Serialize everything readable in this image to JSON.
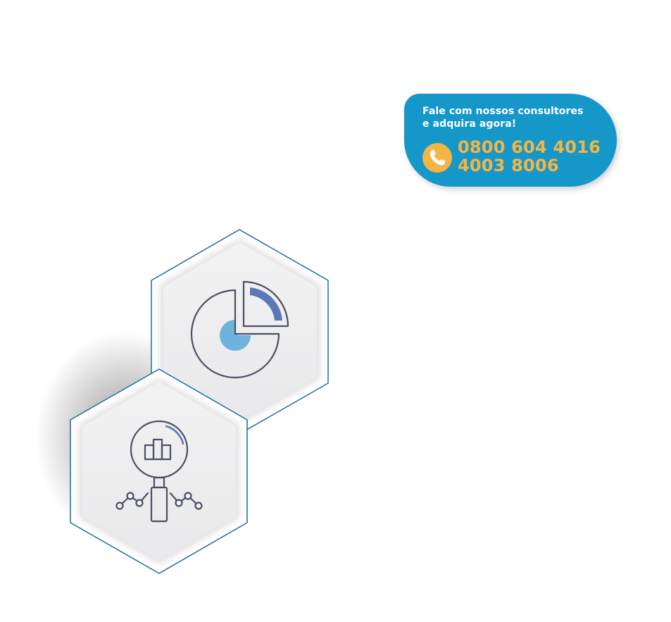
{
  "contact": {
    "line1": "Fale com nossos consultores",
    "line2": "e adquira agora!",
    "phone_icon": "phone-icon",
    "phone1": "0800 604 4016",
    "phone2": "4003 8006"
  },
  "icons": {
    "top_hexagon": "pie-chart-icon",
    "bottom_hexagon": "magnifier-bar-chart-icon"
  },
  "colors": {
    "banner": "#1598c9",
    "phone_text": "#f5b544",
    "hex_outline": "#1b6f8f",
    "icon_stroke": "#4b4f63",
    "icon_accent_blue": "#6fb2dd",
    "icon_accent_purple": "#5a77b8"
  }
}
